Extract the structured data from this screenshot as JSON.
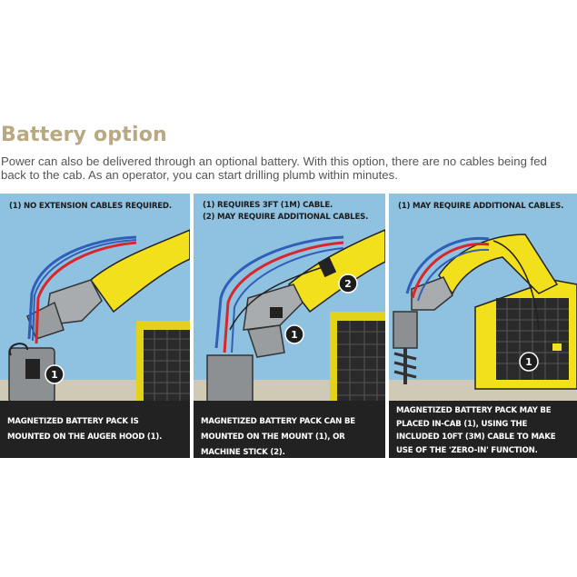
{
  "section": {
    "heading": "Battery option",
    "intro": "Power can also be delivered through an optional battery. With this option, there are no cables being fed back to the cab. As an operator, you can start drilling plumb within minutes."
  },
  "panels": [
    {
      "notes": [
        "(1) NO EXTENSION CABLES REQUIRED."
      ],
      "caption": "MAGNETIZED BATTERY PACK IS MOUNTED ON THE AUGER HOOD (1).",
      "callouts": [
        "1"
      ]
    },
    {
      "notes": [
        "(1) REQUIRES 3FT (1M) CABLE.",
        "(2) MAY REQUIRE ADDITIONAL CABLES."
      ],
      "caption": "MAGNETIZED BATTERY PACK CAN BE MOUNTED ON THE MOUNT (1), OR MACHINE STICK (2).",
      "callouts": [
        "1",
        "2"
      ]
    },
    {
      "notes": [
        "(1) MAY REQUIRE ADDITIONAL CABLES."
      ],
      "caption": "MAGNETIZED BATTERY PACK MAY BE PLACED IN-CAB (1), USING THE INCLUDED 10FT (3M) CABLE TO MAKE USE OF THE 'ZERO-IN' FUNCTION.",
      "callouts": [
        "1"
      ]
    }
  ],
  "colors": {
    "heading": "#b9a882",
    "sky": "#8fc2e0",
    "machine_yellow": "#f2e01c",
    "caption_bg": "#222222",
    "hose_red": "#d9262b",
    "hose_blue": "#2f5fb8"
  }
}
